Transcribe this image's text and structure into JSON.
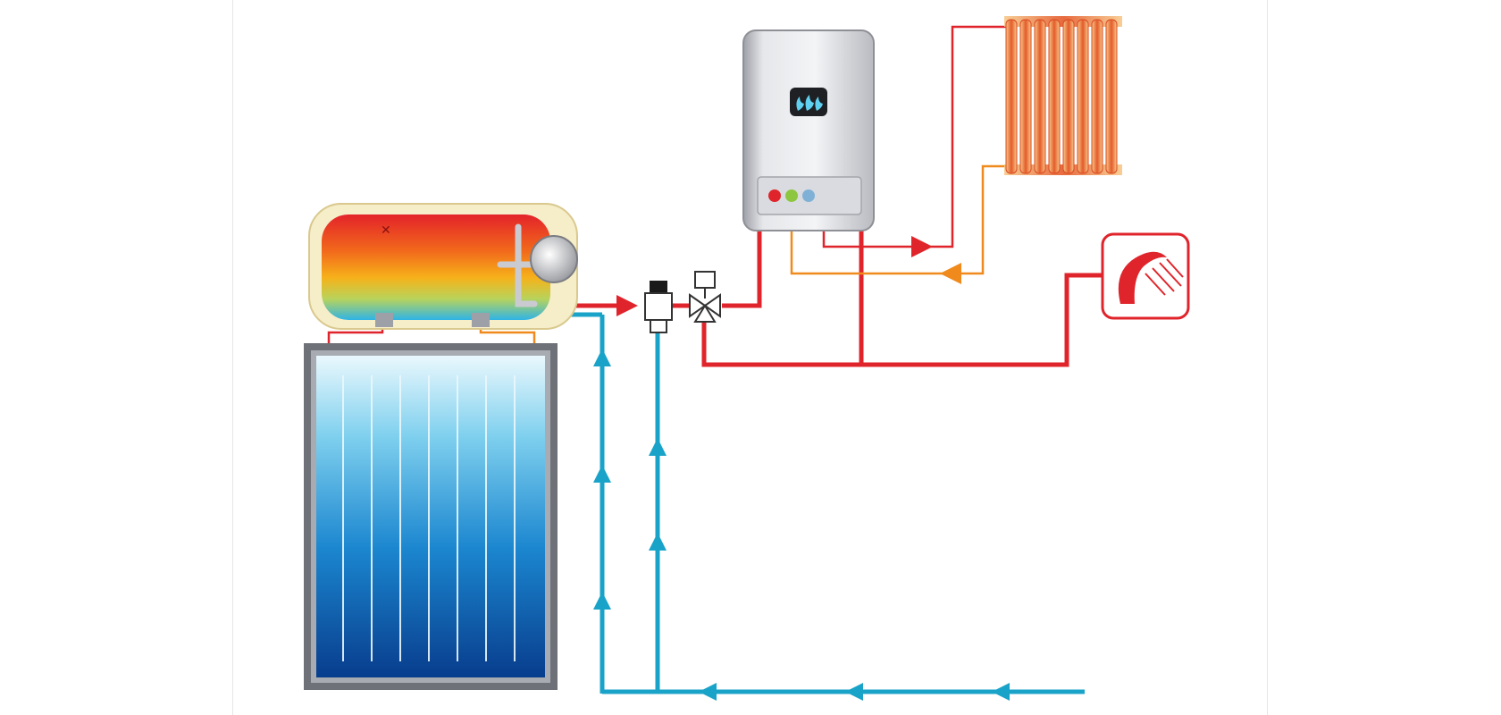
{
  "diagram": {
    "components": [
      {
        "id": "solar-collector",
        "icon": "solar-panel-icon"
      },
      {
        "id": "storage-tank",
        "icon": "boiler-tank-icon"
      },
      {
        "id": "thermostatic-mixing-valve",
        "icon": "mixing-valve-icon"
      },
      {
        "id": "three-way-diverter-valve",
        "icon": "three-way-valve-icon"
      },
      {
        "id": "gas-combi-boiler",
        "icon": "flame-boiler-icon"
      },
      {
        "id": "radiator",
        "icon": "radiator-icon"
      },
      {
        "id": "shower-outlet",
        "icon": "shower-icon"
      }
    ],
    "colors": {
      "hot": "#e0242b",
      "warm_return": "#f08a1c",
      "cold": "#1aa3c8",
      "panel_dark": "#0a3f8f",
      "panel_light": "#cfeefa",
      "frame": "#6f7178",
      "boiler_body": "#cfd1d6",
      "tank_casing": "#f6edc9"
    }
  }
}
